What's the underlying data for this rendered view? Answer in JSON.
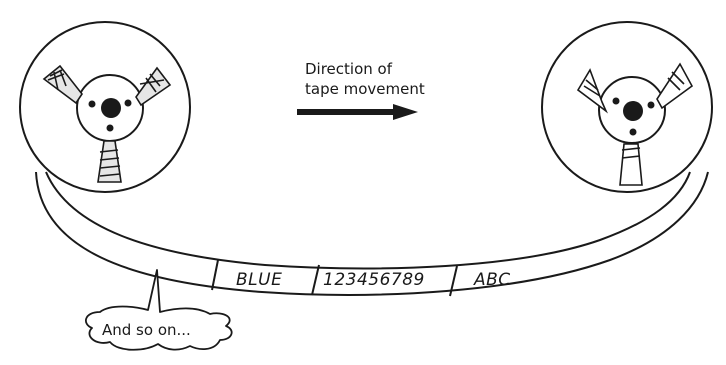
{
  "diagram": {
    "direction_label_line1": "Direction of",
    "direction_label_line2": "tape movement",
    "tape_records": [
      "BLUE",
      "123456789",
      "ABC"
    ],
    "callout_text": "And so on...",
    "stroke_color": "#1a1a1a",
    "background_color": "#ffffff"
  }
}
